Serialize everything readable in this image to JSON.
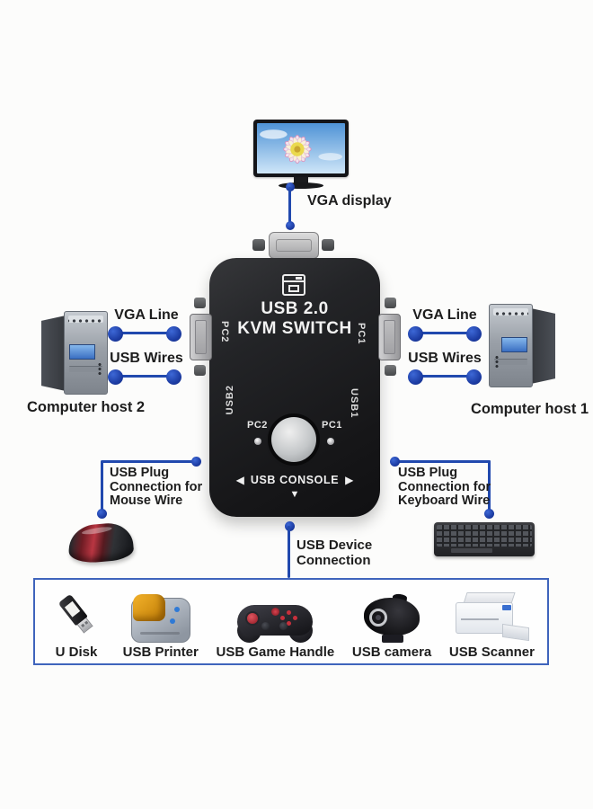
{
  "colors": {
    "accent_blue": "#1c44ac",
    "line_blue": "#2149ae",
    "box_border": "#3f64bc",
    "kvm_body": "#1b1c1e",
    "text": "#1d1d1d"
  },
  "monitor": {
    "label": "VGA display"
  },
  "kvm": {
    "line1": "USB 2.0",
    "line2": "KVM SWITCH",
    "side_left_top": "PC2",
    "side_right_top": "PC1",
    "side_left_bottom": "USB2",
    "side_right_bottom": "USB1",
    "led_left_label": "PC2",
    "led_right_label": "PC1",
    "console_label": "USB CONSOLE",
    "arrow_left": "◀",
    "arrow_right": "▶",
    "arrow_down": "▼"
  },
  "hosts": {
    "left": {
      "vga": "VGA Line",
      "usb": "USB Wires",
      "name": "Computer host 2"
    },
    "right": {
      "vga": "VGA Line",
      "usb": "USB Wires",
      "name": "Computer host 1"
    }
  },
  "callouts": {
    "mouse": [
      "USB Plug",
      "Connection for",
      "Mouse Wire"
    ],
    "keyboard": [
      "USB Plug",
      "Connection for",
      "Keyboard Wire"
    ],
    "usb_device": [
      "USB Device",
      "Connection"
    ]
  },
  "device_box": {
    "items": [
      {
        "label": "U Disk",
        "icon": "usb-flash-drive"
      },
      {
        "label": "USB Printer",
        "icon": "portable-printer"
      },
      {
        "label": "USB Game Handle",
        "icon": "gamepad"
      },
      {
        "label": "USB camera",
        "icon": "usb-camera"
      },
      {
        "label": "USB Scanner",
        "icon": "scanner"
      }
    ]
  }
}
